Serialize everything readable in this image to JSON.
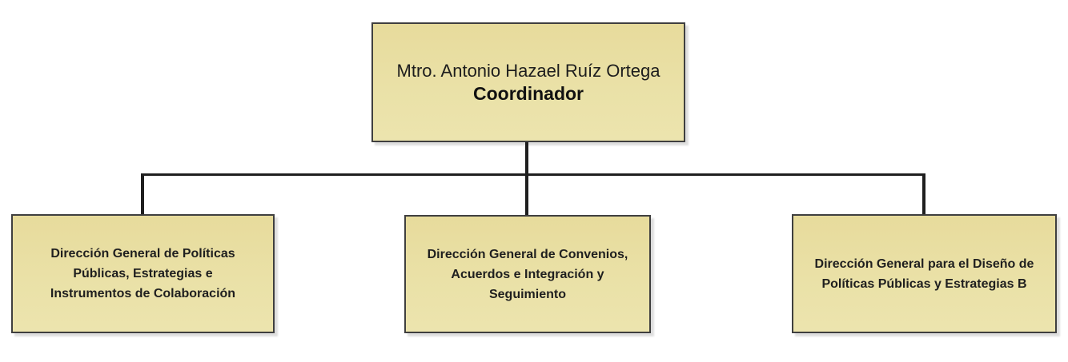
{
  "org_chart": {
    "root": {
      "name": "Mtro. Antonio Hazael Ruíz Ortega",
      "role": "Coordinador"
    },
    "children": [
      {
        "label": "Dirección General de Políticas Públicas, Estrategias e Instrumentos de Colaboración",
        "lines": [
          "Dirección General de Políticas",
          "Públicas, Estrategias e",
          "Instrumentos de Colaboración"
        ]
      },
      {
        "label": "Dirección General de Convenios, Acuerdos e Integración y Seguimiento",
        "lines": [
          "Dirección General de Convenios,",
          "Acuerdos e Integración y",
          "Seguimiento"
        ]
      },
      {
        "label": "Dirección General para el Diseño de Políticas Públicas y Estrategias B",
        "lines": [
          "Dirección General para el Diseño de",
          "Políticas Públicas y Estrategias B"
        ]
      }
    ],
    "style": {
      "node_fill": "#e9dfa3",
      "node_border": "#3f3f3f",
      "connector_color": "#1f1f1f",
      "text_color": "#1f1f1f",
      "background": "#ffffff"
    }
  }
}
